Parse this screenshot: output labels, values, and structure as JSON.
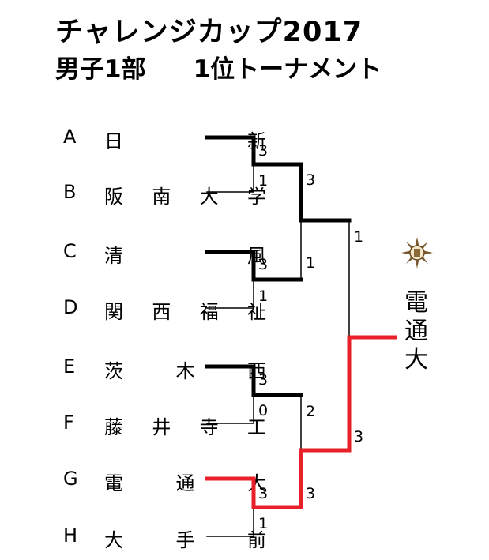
{
  "title": {
    "line1": "チャレンジカップ2017",
    "line2_left": "男子1部",
    "line2_right": "1位トーナメント"
  },
  "teams": [
    {
      "letter": "A",
      "chars": [
        "日",
        "新"
      ]
    },
    {
      "letter": "B",
      "chars": [
        "阪",
        "南",
        "大",
        "学"
      ]
    },
    {
      "letter": "C",
      "chars": [
        "清",
        "風"
      ]
    },
    {
      "letter": "D",
      "chars": [
        "関",
        "西",
        "福",
        "祉"
      ]
    },
    {
      "letter": "E",
      "chars": [
        "茨",
        "木",
        "西"
      ]
    },
    {
      "letter": "F",
      "chars": [
        "藤",
        "井",
        "寺",
        "工"
      ]
    },
    {
      "letter": "G",
      "chars": [
        "電",
        "通",
        "大"
      ]
    },
    {
      "letter": "H",
      "chars": [
        "大",
        "手",
        "前"
      ]
    }
  ],
  "scores": {
    "r1_ab_a": "3",
    "r1_ab_b": "1",
    "r1_cd_c": "3",
    "r1_cd_d": "1",
    "r1_ef_e": "3",
    "r1_ef_f": "0",
    "r1_gh_g": "3",
    "r1_gh_h": "1",
    "sf_top_ab": "3",
    "sf_top_cd": "1",
    "sf_bot_ef": "2",
    "sf_bot_gh": "3",
    "final_top": "1",
    "final_bot": "3"
  },
  "champion": {
    "chars": [
      "電",
      "通",
      "大"
    ]
  },
  "colors": {
    "winner_path": "#e8202a",
    "line": "#000000"
  }
}
